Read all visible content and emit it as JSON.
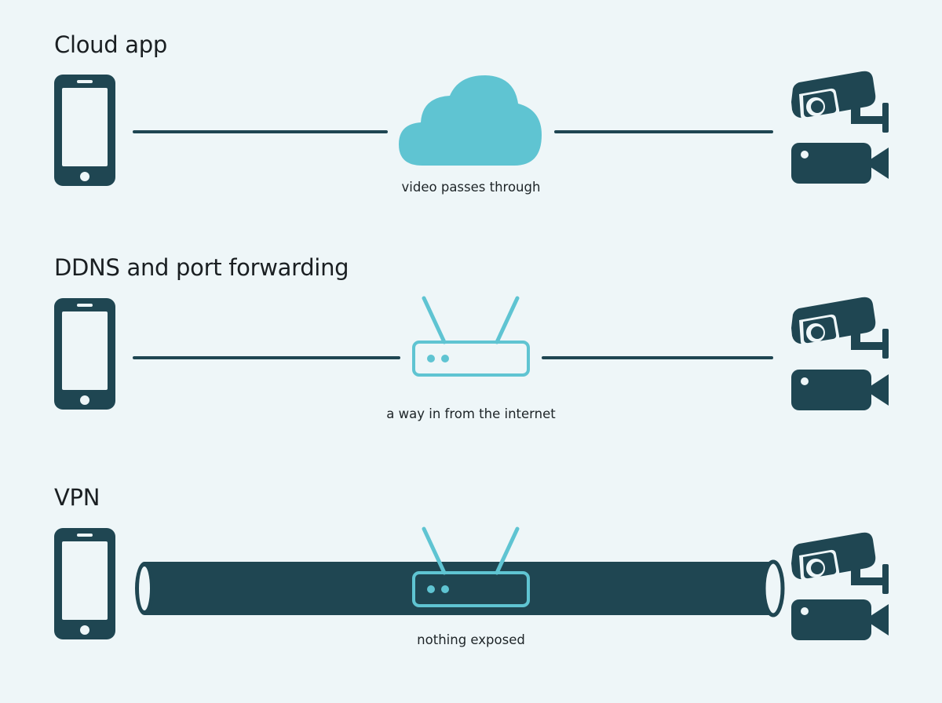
{
  "colors": {
    "background": "#eef6f8",
    "dark": "#1f4652",
    "accent": "#5fc4d2",
    "text": "#1a1f22"
  },
  "sections": [
    {
      "title": "Cloud app",
      "caption": "video passes through",
      "icons": [
        "phone-icon",
        "cloud-icon",
        "security-camera-icon",
        "video-camera-icon"
      ]
    },
    {
      "title": "DDNS and port forwarding",
      "caption": "a way in from the internet",
      "icons": [
        "phone-icon",
        "router-icon",
        "security-camera-icon",
        "video-camera-icon"
      ]
    },
    {
      "title": "VPN",
      "caption": "nothing exposed",
      "icons": [
        "phone-icon",
        "vpn-tunnel",
        "router-icon",
        "security-camera-icon",
        "video-camera-icon"
      ]
    }
  ]
}
